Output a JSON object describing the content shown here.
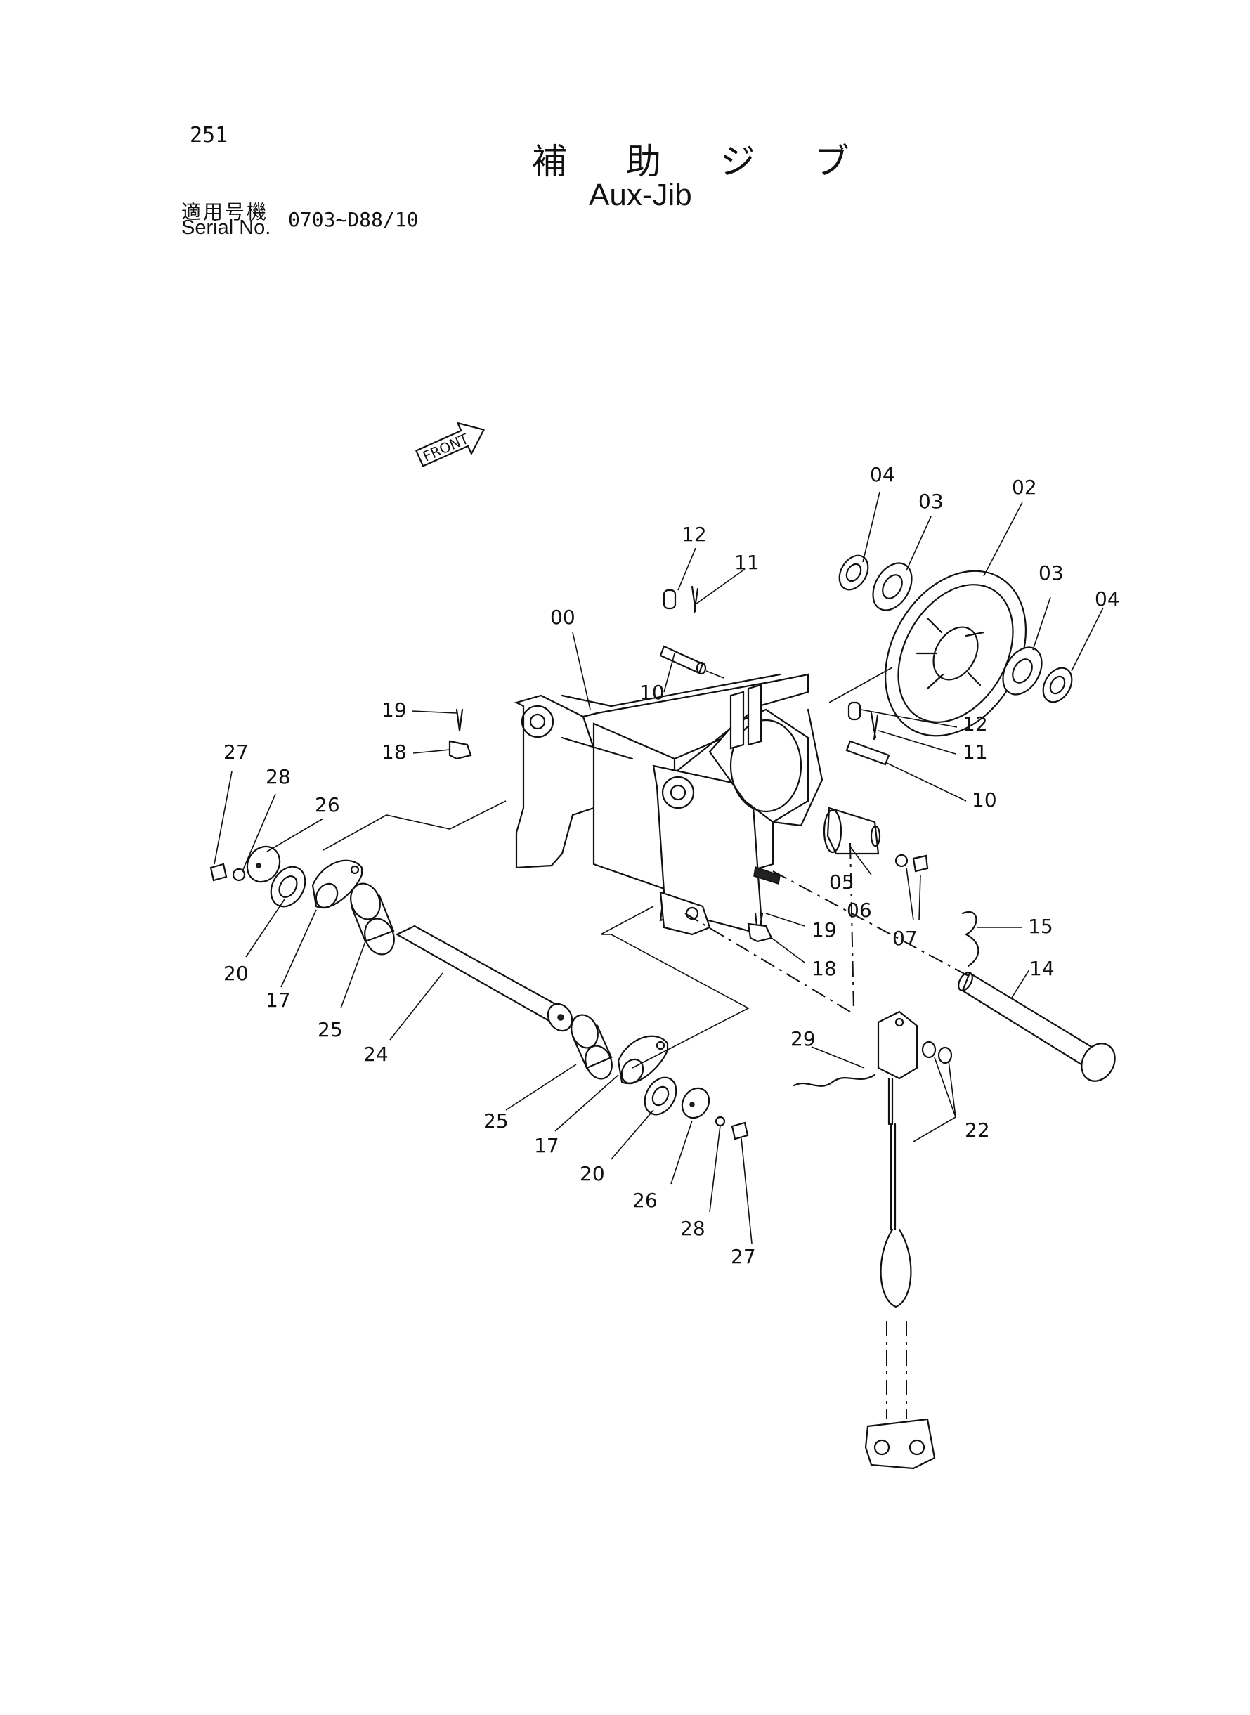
{
  "header": {
    "page_number": "251",
    "title_ja": "補 助 ジ ブ",
    "title_en": "Aux-Jib",
    "serial_label_ja": "適用号機",
    "serial_label_en": "Serial No.",
    "serial_range": "0703~D88/10"
  },
  "front_arrow_label": "FRONT",
  "callouts": {
    "c00": "00",
    "c02": "02",
    "c03a": "03",
    "c03b": "03",
    "c04a": "04",
    "c04b": "04",
    "c05": "05",
    "c06": "06",
    "c07": "07",
    "c10a": "10",
    "c10b": "10",
    "c11a": "11",
    "c11b": "11",
    "c12a": "12",
    "c12b": "12",
    "c14": "14",
    "c15": "15",
    "c17a": "17",
    "c17b": "17",
    "c18a": "18",
    "c18b": "18",
    "c19a": "19",
    "c19b": "19",
    "c20a": "20",
    "c20b": "20",
    "c22": "22",
    "c24": "24",
    "c25a": "25",
    "c25b": "25",
    "c26a": "26",
    "c26b": "26",
    "c27a": "27",
    "c27b": "27",
    "c28a": "28",
    "c28b": "28",
    "c29": "29"
  }
}
